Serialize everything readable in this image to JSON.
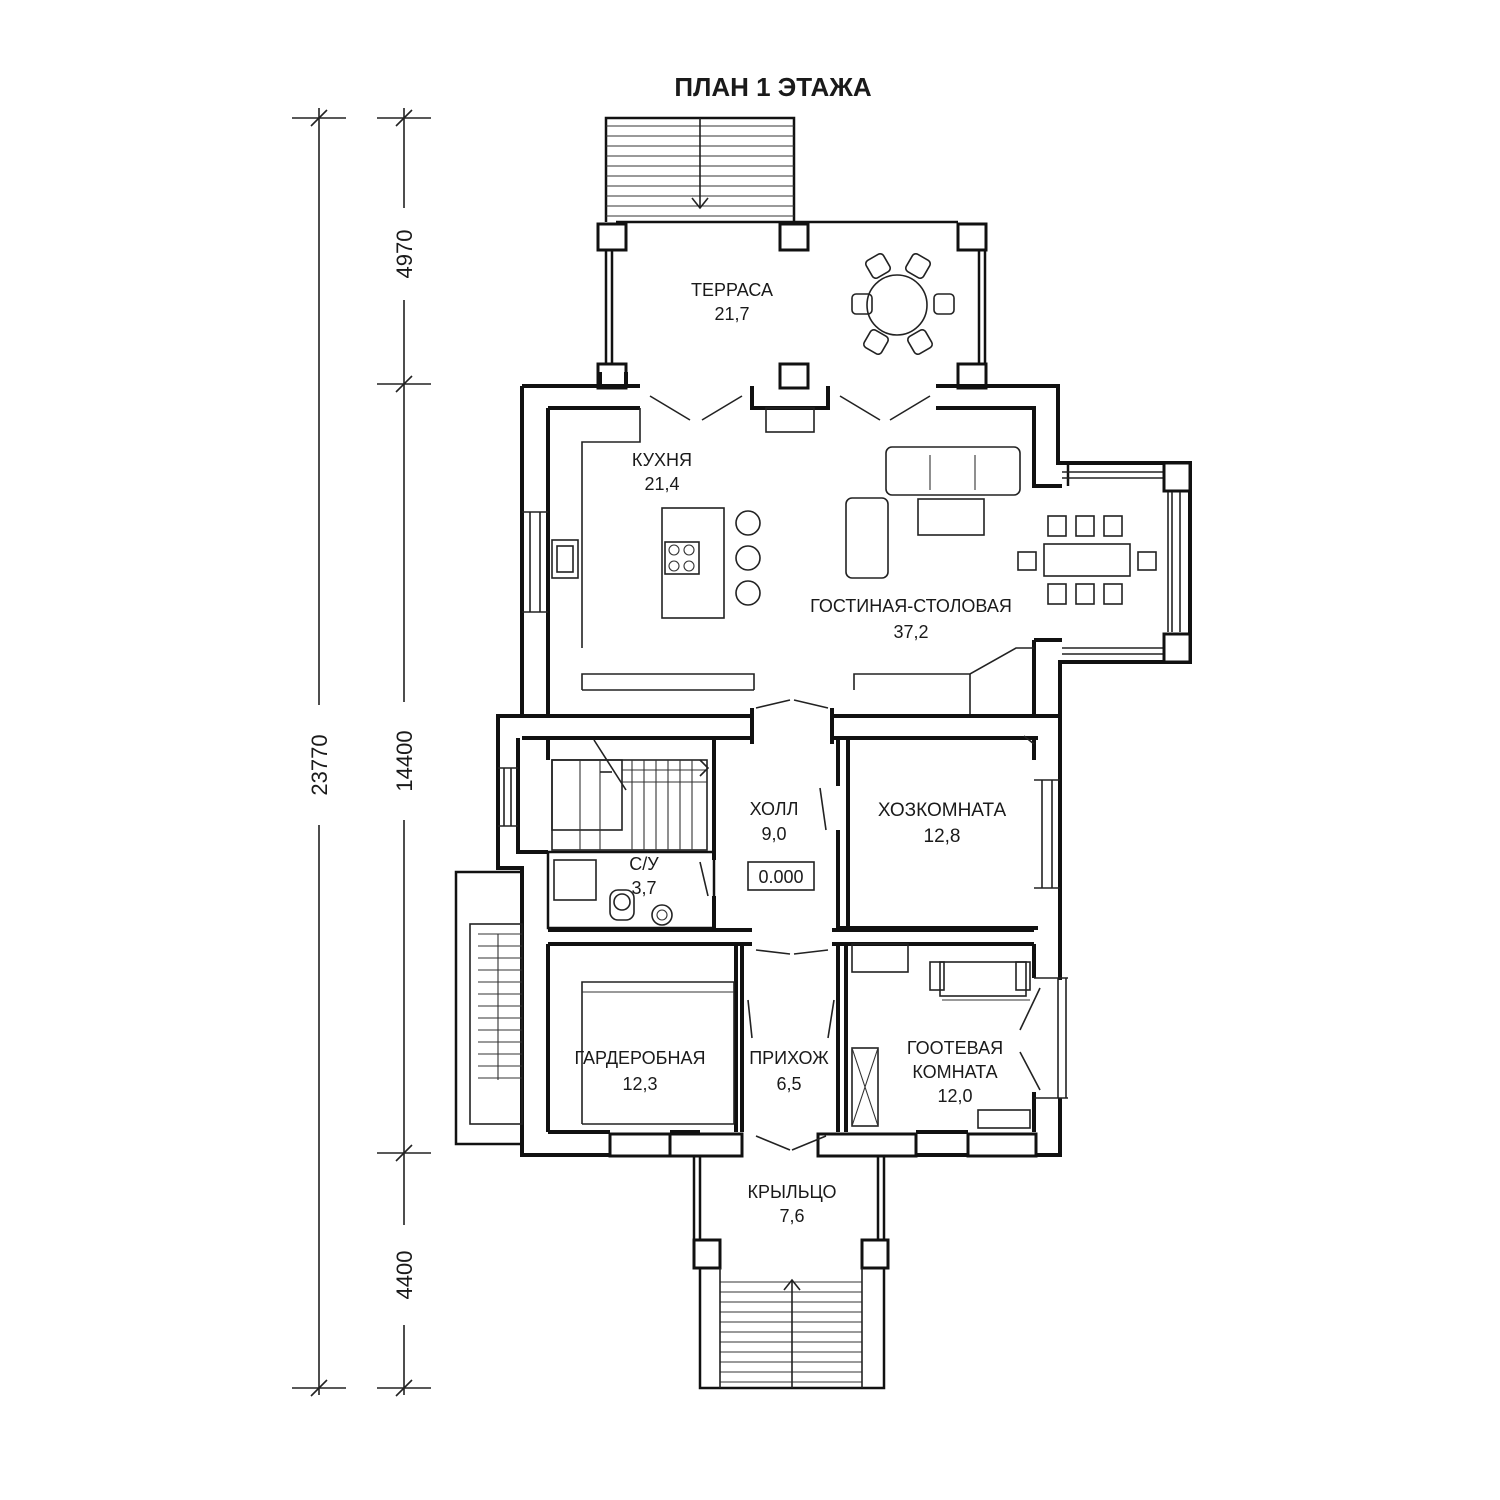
{
  "title": "ПЛАН 1 ЭТАЖА",
  "dimensions": {
    "total": "23770",
    "segments": [
      "4970",
      "14400",
      "4400"
    ]
  },
  "rooms": [
    {
      "name": "ТЕРРАСА",
      "area": "21,7"
    },
    {
      "name": "КУХНЯ",
      "area": "21,4"
    },
    {
      "name": "ГОСТИНАЯ-СТОЛОВАЯ",
      "area": "37,2"
    },
    {
      "name": "ХОЛЛ",
      "area": "9,0"
    },
    {
      "name": "ХОЗКОМНАТА",
      "area": "12,8"
    },
    {
      "name": "С/У",
      "area": "3,7"
    },
    {
      "name": "ГАРДЕРОБНАЯ",
      "area": "12,3"
    },
    {
      "name": "ПРИХОЖ",
      "area": "6,5"
    },
    {
      "name": "ГООТЕВАЯ",
      "name2": "КОМНАТА",
      "area": "12,0"
    },
    {
      "name": "КРЫЛЬЦО",
      "area": "7,6"
    }
  ],
  "level_mark": "0.000"
}
